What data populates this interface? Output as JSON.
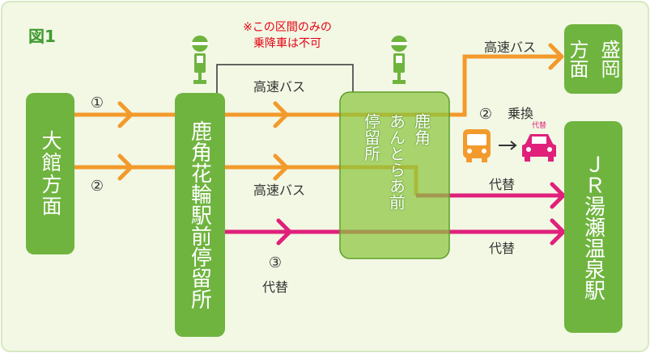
{
  "figure_label": "図1",
  "colors": {
    "background": "#F2F8E4",
    "node_green": "#6FB43F",
    "orange": "#F39A2C",
    "magenta": "#E0207A",
    "note_red": "#E60012",
    "overlay_green": "#8CC63F",
    "route_brown": "#9A7A3A"
  },
  "note": {
    "line1": "※この区間のみの",
    "line2": "乗降車は不可"
  },
  "nodes": {
    "odate": "大館方面",
    "kazuno_hanawa": "鹿角花輪駅前停留所",
    "antora_col1": "鹿角",
    "antora_col2": "あんとらあ前",
    "antora_col3": "停留所",
    "morioka_col1": "盛岡",
    "morioka_col2": "方面",
    "yuze": "ＪＲ湯瀬温泉駅"
  },
  "routes": [
    {
      "number": "①",
      "mode": "高速バス"
    },
    {
      "number": "②",
      "mode": "高速バス"
    },
    {
      "number": "③",
      "mode": "代替"
    }
  ],
  "labels": {
    "highway_bus_top": "高速バス",
    "highway_bus_mid": "高速バス",
    "highway_bus_morioka": "高速バス",
    "transfer_number": "②",
    "transfer": "乗換",
    "taxi_badge": "代替",
    "substitute_upper": "代替",
    "substitute_lower": "代替",
    "route3_number": "③",
    "route3_label": "代替"
  },
  "icons": [
    "bus-stop-icon",
    "bus-icon",
    "taxi-icon",
    "arrow-right-icon"
  ]
}
